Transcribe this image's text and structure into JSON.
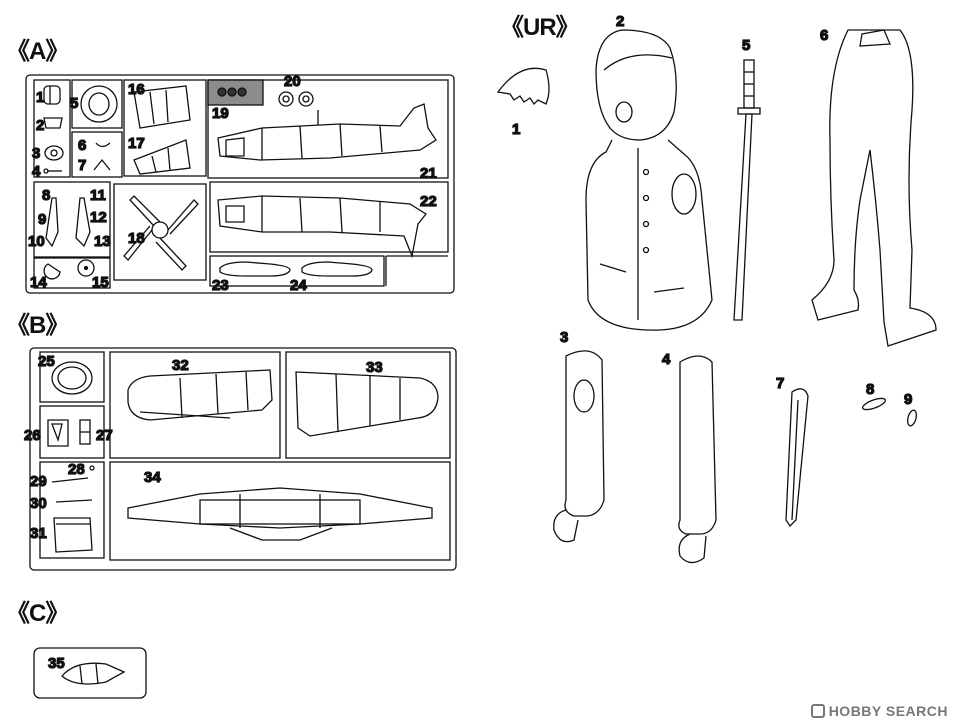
{
  "sprues": {
    "A": {
      "title": "《A》"
    },
    "B": {
      "title": "《B》"
    },
    "C": {
      "title": "《C》"
    },
    "UR": {
      "title": "《UR》"
    }
  },
  "parts_a": [
    "1",
    "2",
    "3",
    "4",
    "5",
    "6",
    "7",
    "8",
    "9",
    "10",
    "11",
    "12",
    "13",
    "14",
    "15",
    "16",
    "17",
    "18",
    "19",
    "20",
    "21",
    "22",
    "23",
    "24"
  ],
  "parts_b": [
    "25",
    "26",
    "27",
    "28",
    "29",
    "30",
    "31",
    "32",
    "33",
    "34"
  ],
  "parts_c": [
    "35"
  ],
  "parts_ur": [
    "1",
    "2",
    "3",
    "4",
    "5",
    "6",
    "7",
    "8",
    "9"
  ],
  "watermark": {
    "text": "HOBBY SEARCH"
  }
}
